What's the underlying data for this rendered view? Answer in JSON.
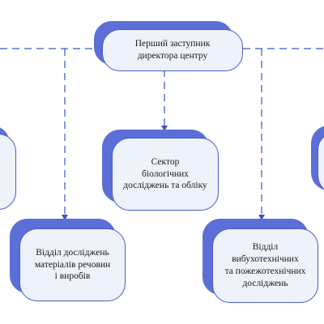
{
  "colors": {
    "box_fill": "#eef2fb",
    "box_border": "#4a5cc8",
    "box_shadow": "#5b6fd6",
    "connector": "#3b55c4"
  },
  "nodes": {
    "top": {
      "label": "Перший заступник\nдиректора центру"
    },
    "bio": {
      "label": "Сектор\nбіологічних\nдосліджень та обліку"
    },
    "materials": {
      "label": "Відділ досліджень\nматеріалів речовин\nі виробів"
    },
    "explosive": {
      "label": "Відділ вибухотехнічних\nта пожежотехнічних\nдосліджень"
    }
  }
}
